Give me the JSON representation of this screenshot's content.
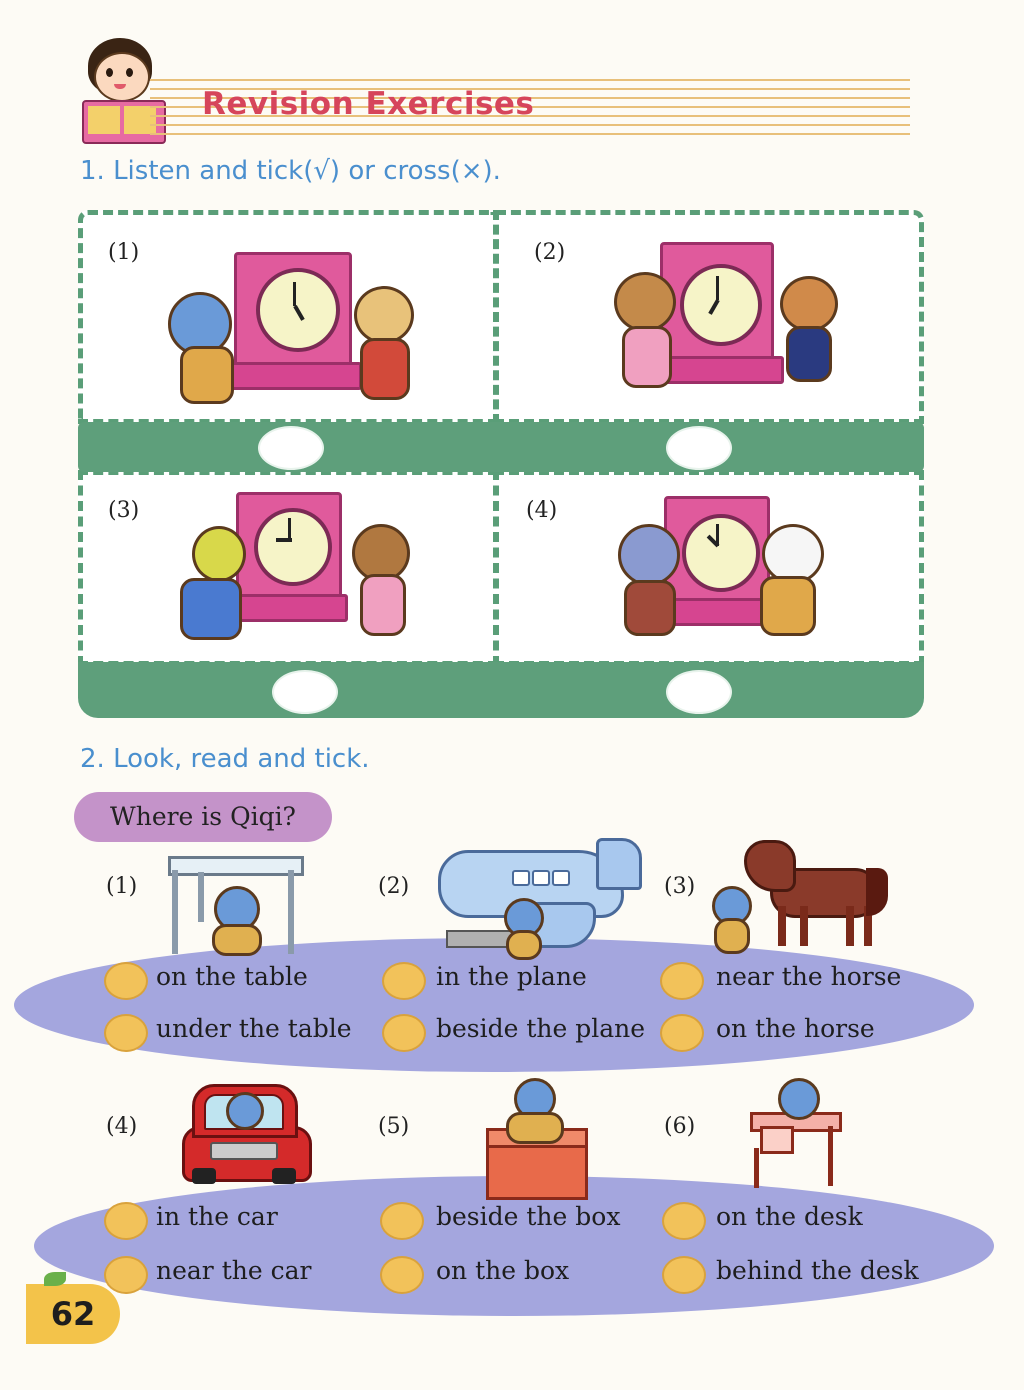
{
  "header": {
    "title": "Revision Exercises"
  },
  "exercise1": {
    "heading": "1. Listen and tick(√) or cross(×).",
    "panels": [
      {
        "label": "(1)"
      },
      {
        "label": "(2)"
      },
      {
        "label": "(3)"
      },
      {
        "label": "(4)"
      }
    ]
  },
  "exercise2": {
    "heading": "2. Look, read and tick.",
    "question": "Where is Qiqi?",
    "items": [
      {
        "label": "(1)",
        "options": [
          "on the table",
          "under the table"
        ]
      },
      {
        "label": "(2)",
        "options": [
          "in the plane",
          "beside the plane"
        ]
      },
      {
        "label": "(3)",
        "options": [
          "near the horse",
          "on the horse"
        ]
      },
      {
        "label": "(4)",
        "options": [
          "in the car",
          "near the car"
        ]
      },
      {
        "label": "(5)",
        "options": [
          "beside the box",
          "on the box"
        ]
      },
      {
        "label": "(6)",
        "options": [
          "on the desk",
          "behind the desk"
        ]
      }
    ]
  },
  "footer": {
    "page_number": "62"
  },
  "colors": {
    "title": "#d6455b",
    "heading": "#4a8fce",
    "band": "#5e9f7b",
    "ellipse": "#a4a6de",
    "option_circle": "#f2c25a"
  }
}
